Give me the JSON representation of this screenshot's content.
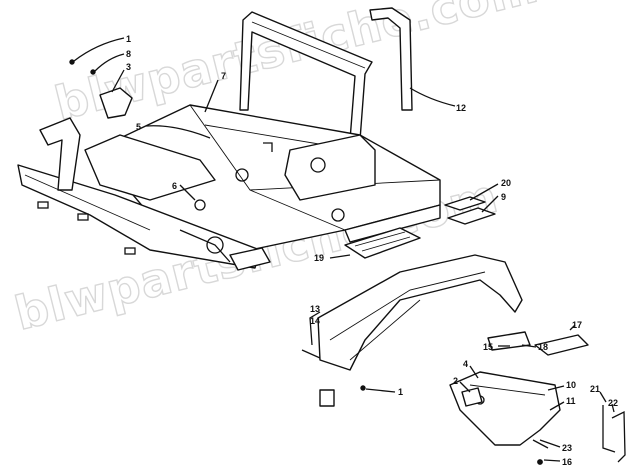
{
  "watermark": {
    "text_top": "blwpartsfiche.com",
    "text_bottom": "blwpartsfiche.com"
  },
  "callouts": {
    "c1a": "1",
    "c8": "8",
    "c3": "3",
    "c7": "7",
    "c5": "5",
    "c6": "6",
    "c12": "12",
    "c20": "20",
    "c9": "9",
    "c19": "19",
    "c13": "13",
    "c14": "14",
    "c15": "15",
    "c18": "18",
    "c17": "17",
    "c4": "4",
    "c2": "2",
    "c1b": "1",
    "c10": "10",
    "c11": "11",
    "c21": "21",
    "c22": "22",
    "c23": "23",
    "c16": "16"
  }
}
